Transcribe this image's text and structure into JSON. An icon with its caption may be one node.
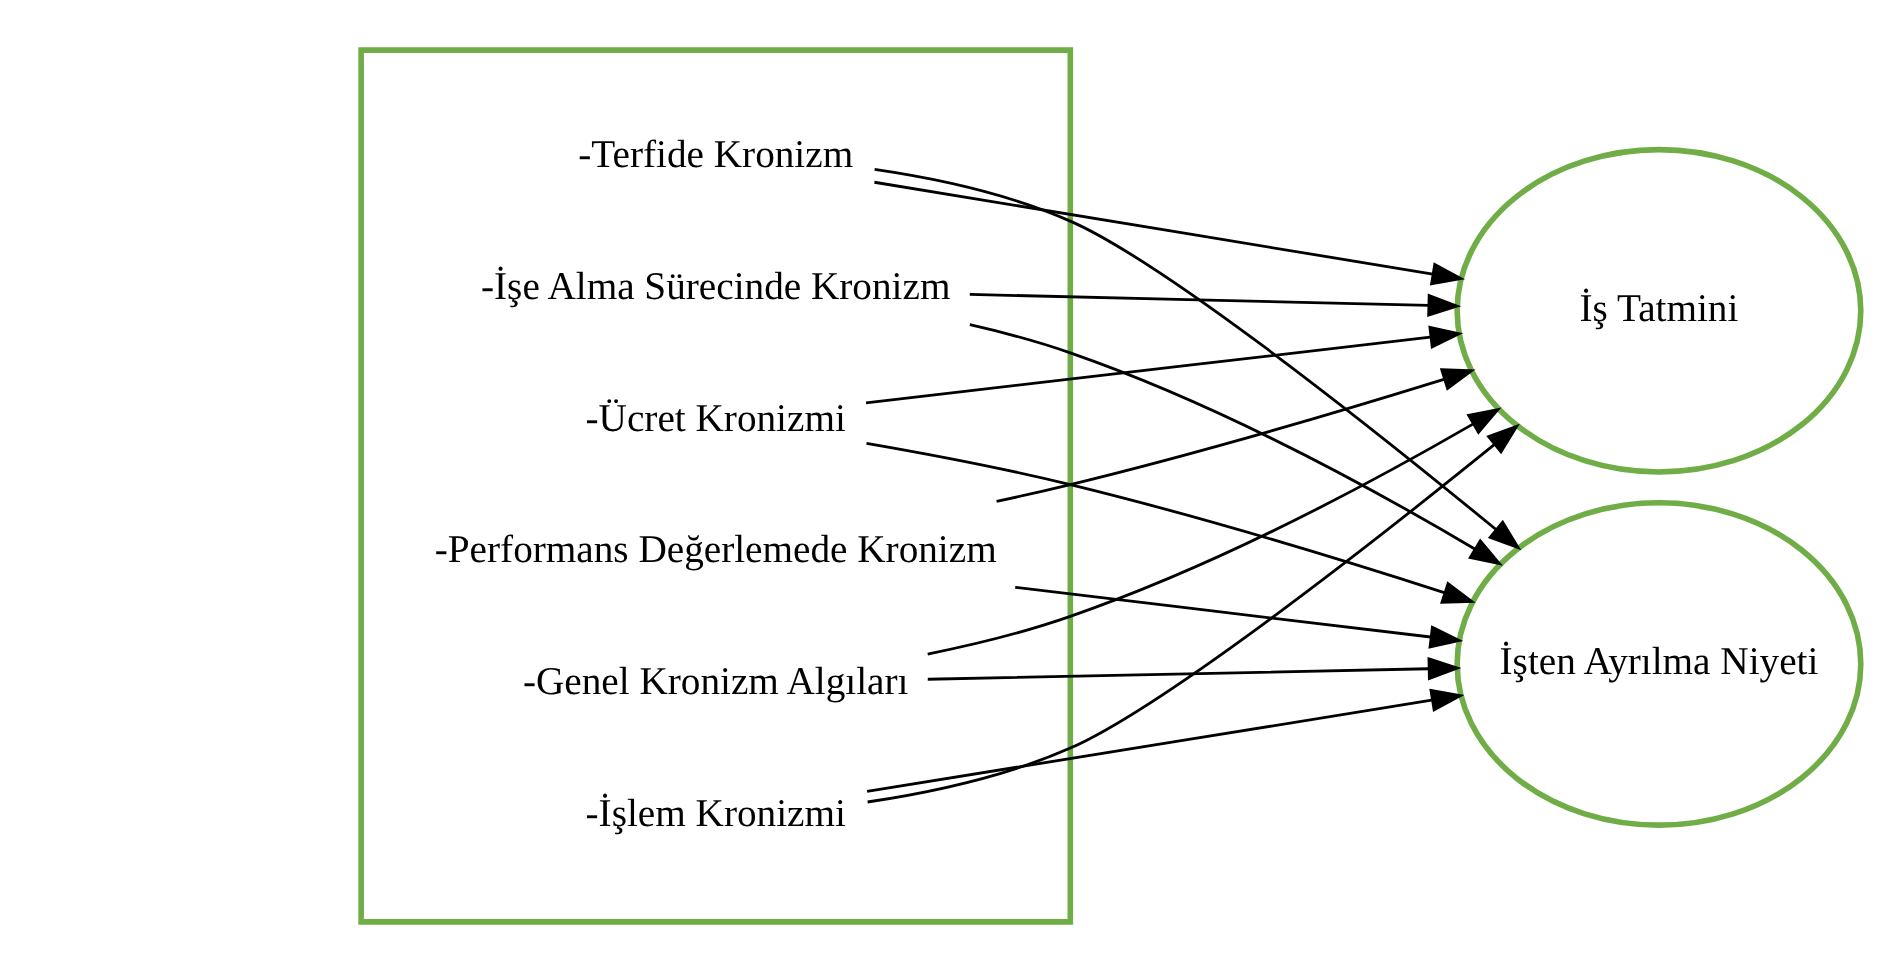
{
  "diagram": {
    "nodes": [
      {
        "text": [],
        "shape": "box"
      },
      {
        "text": [
          "-Genel Kronizm Algıları"
        ],
        "in": 0
      },
      {
        "text": [
          "-İşlem Kronizmi"
        ],
        "in": 0
      },
      {
        "text": [
          "-Terfide Kronizm"
        ],
        "in": 0
      },
      {
        "text": [
          "-İşe Alma Sürecinde Kronizm"
        ],
        "in": 0
      },
      {
        "text": [
          "-Ücret Kronizmi"
        ],
        "in": 0
      },
      {
        "text": [
          "-Performans Değerlemede Kronizm"
        ],
        "in": 0
      },
      {
        "text": [
          "İş Tatmini"
        ]
      },
      {
        "text": [
          "İşten Ayrılma Niyeti"
        ]
      }
    ],
    "edges": [
      {
        "from": 1,
        "to": 7,
        "arrow": "to"
      },
      {
        "from": 1,
        "to": 8,
        "arrow": "to"
      },
      {
        "from": 2,
        "to": 7,
        "arrow": "to"
      },
      {
        "from": 2,
        "to": 8,
        "arrow": "to"
      },
      {
        "from": 3,
        "to": 7,
        "arrow": "to"
      },
      {
        "from": 3,
        "to": 8,
        "arrow": "to"
      },
      {
        "from": 4,
        "to": 7,
        "arrow": "to"
      },
      {
        "from": 4,
        "to": 8,
        "arrow": "to"
      },
      {
        "from": 5,
        "to": 7,
        "arrow": "to"
      },
      {
        "from": 5,
        "to": 8,
        "arrow": "to"
      },
      {
        "from": 6,
        "to": 7,
        "arrow": "to"
      },
      {
        "from": 6,
        "to": 8,
        "arrow": "to"
      }
    ]
  }
}
